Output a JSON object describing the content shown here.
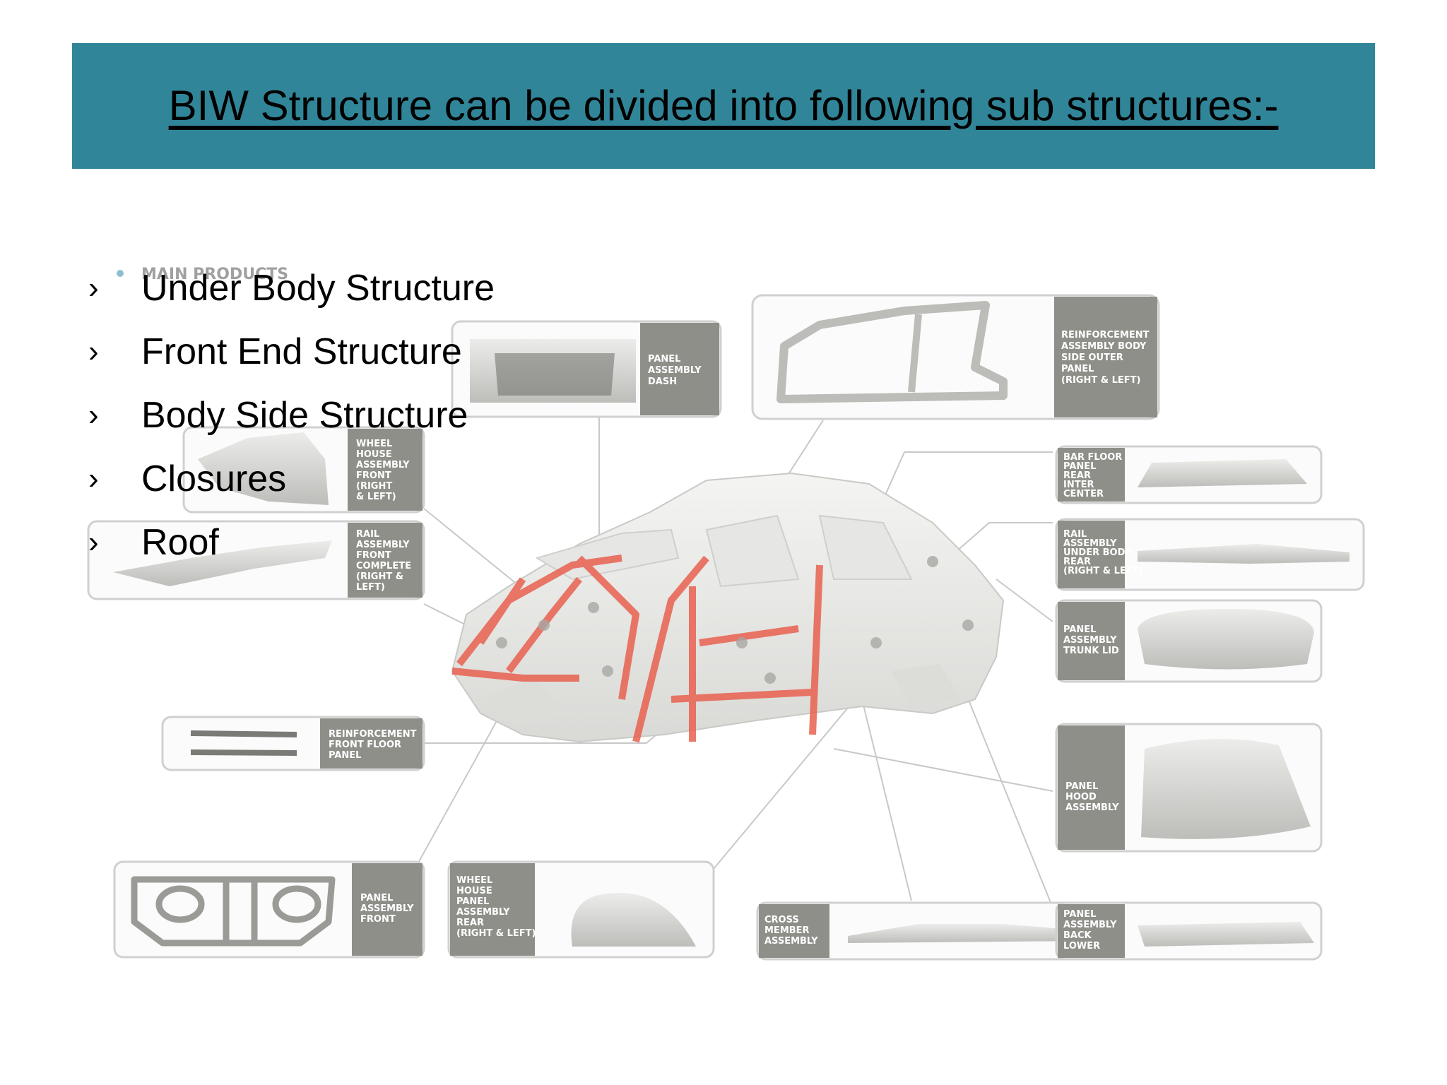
{
  "title": "BIW Structure can be divided into following  sub structures:-",
  "bullets": [
    {
      "marker": "›",
      "text": "Under Body Structure"
    },
    {
      "marker": "›",
      "text": "Front End Structure"
    },
    {
      "marker": "›",
      "text": "Body Side Structure"
    },
    {
      "marker": "›",
      "text": "Closures"
    },
    {
      "marker": "›",
      "text": "Roof"
    }
  ],
  "diagram": {
    "heading": "MAIN PRODUCTS",
    "callouts": {
      "dash": [
        "PANEL",
        "ASSEMBLY",
        "DASH"
      ],
      "body_side": [
        "REINFORCEMENT",
        "ASSEMBLY BODY",
        "SIDE OUTER",
        "PANEL",
        "(RIGHT & LEFT)"
      ],
      "wheel_house_front": [
        "WHEEL",
        "HOUSE",
        "ASSEMBLY",
        "FRONT",
        "(RIGHT",
        "& LEFT)"
      ],
      "rail_front": [
        "RAIL",
        "ASSEMBLY",
        "FRONT",
        "COMPLETE",
        "(RIGHT &",
        "LEFT)"
      ],
      "bar_floor": [
        "BAR FLOOR",
        "PANEL",
        "REAR",
        "INTER",
        "CENTER"
      ],
      "rail_rear": [
        "RAIL",
        "ASSEMBLY",
        "UNDER BODY",
        "REAR",
        "(RIGHT & LEFT)"
      ],
      "trunk_lid": [
        "PANEL",
        "ASSEMBLY",
        "TRUNK LID"
      ],
      "front_floor": [
        "REINFORCEMENT",
        "FRONT FLOOR",
        "PANEL"
      ],
      "hood": [
        "PANEL",
        "HOOD",
        "ASSEMBLY"
      ],
      "panel_front": [
        "PANEL",
        "ASSEMBLY",
        "FRONT"
      ],
      "wheel_house_rear": [
        "WHEEL",
        "HOUSE",
        "PANEL",
        "ASSEMBLY",
        "REAR",
        "(RIGHT & LEFT)"
      ],
      "cross_member": [
        "CROSS",
        "MEMBER",
        "ASSEMBLY"
      ],
      "back_lower": [
        "PANEL",
        "ASSEMBLY",
        "BACK",
        "LOWER"
      ]
    }
  },
  "colors": {
    "banner": "#318599",
    "label_box": "#8f8f8a",
    "frame": "#d0d0d0",
    "car_red": "#e8614f"
  }
}
